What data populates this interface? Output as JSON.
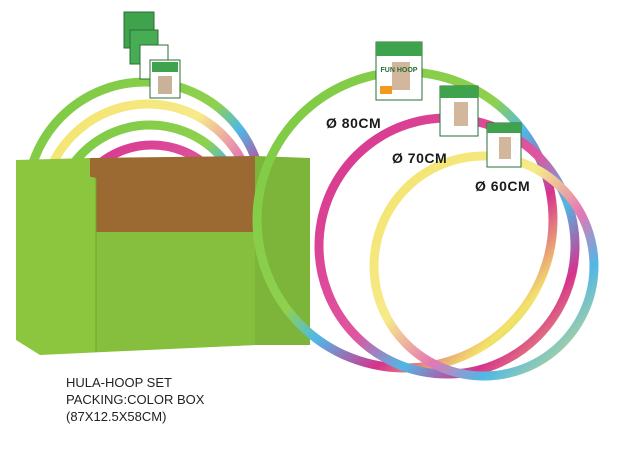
{
  "hoops": [
    {
      "size_label": "Ø 80CM",
      "brand": "FUN HOOP"
    },
    {
      "size_label": "Ø 70CM"
    },
    {
      "size_label": "Ø 60CM"
    }
  ],
  "caption": {
    "line1": "HULA-HOOP SET",
    "line2": "PACKING:COLOR BOX",
    "line3": "(87X12.5X58CM)"
  },
  "colors": {
    "box_green": "#8cc63f",
    "box_inner": "#9a6a32",
    "hoop_green": "#7ac943",
    "hoop_pink": "#d6338c",
    "hoop_yellow": "#f3e36a",
    "hoop_blue": "#4fb8e6"
  }
}
